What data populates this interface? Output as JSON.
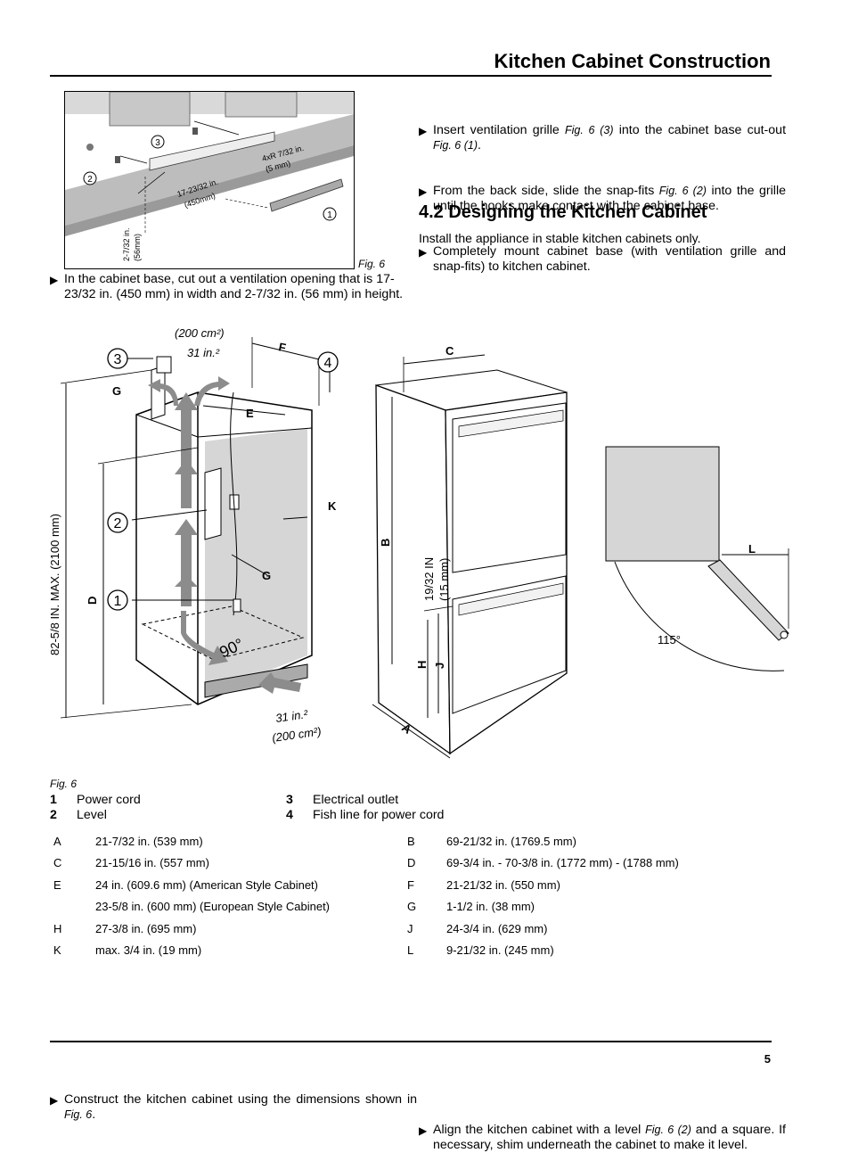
{
  "header": {
    "title": "Kitchen Cabinet Construction"
  },
  "figure_top": {
    "caption": "Fig. 6",
    "labels": {
      "n1": "1",
      "n2": "2",
      "n3": "3",
      "holes": "4xR   7/32 in.",
      "holes_mm": "(5 mm)",
      "width": "17-23/32 in.",
      "width_mm": "(450mm)",
      "height": "2-7/32 in.",
      "height_mm": "(56mm)"
    }
  },
  "left_intro": {
    "bullet": "In the cabinet base, cut out a ventilation opening that is 17-23/32 in. (450 mm) in width and 2-7/32 in. (56 mm) in height."
  },
  "right_intro": {
    "bullets": [
      {
        "pre": "Insert ventilation grille ",
        "ref": "Fig. 6 (3)",
        "post": " into the cabinet base cut-out ",
        "ref2": "Fig. 6 (1)",
        "post2": "."
      },
      {
        "pre": "From the back side, slide the snap-fits ",
        "ref": "Fig. 6 (2)",
        "post": " into the grille until the hooks make contact with the cabinet base."
      },
      {
        "pre": "Completely mount cabinet base (with ventilation grille and snap-fits) to kitchen cabinet."
      }
    ],
    "heading": "4.2 Designing the Kitchen Cabinet",
    "paragraph": "Install the appliance in stable kitchen cabinets only."
  },
  "figure_main": {
    "caption": "Fig. 6",
    "labels": {
      "area_top_cm": "(200 cm²)",
      "area_top_in": "31 in.²",
      "area_bot_in": "31 in.²",
      "area_bot_cm": "(200 cm²)",
      "height_max": "82-5/8 IN. MAX. (2100 mm)",
      "gap_in": "19/32 IN",
      "gap_mm": "(15 mm)",
      "angle": "90°",
      "door_angle": "115°",
      "A": "A",
      "B": "B",
      "C": "C",
      "D": "D",
      "E": "E",
      "F": "F",
      "G": "G",
      "H": "H",
      "J": "J",
      "K": "K",
      "L": "L",
      "c1": "1",
      "c2": "2",
      "c3": "3",
      "c4": "4"
    }
  },
  "legend": [
    {
      "num": "1",
      "text": "Power cord"
    },
    {
      "num": "2",
      "text": "Level"
    },
    {
      "num": "3",
      "text": "Electrical outlet"
    },
    {
      "num": "4",
      "text": "Fish line for power cord"
    }
  ],
  "dimensions": [
    {
      "k1": "A",
      "v1": "21-7/32 in. (539 mm)",
      "k2": "B",
      "v2": "69-21/32 in. (1769.5 mm)"
    },
    {
      "k1": "C",
      "v1": "21-15/16 in. (557 mm)",
      "k2": "D",
      "v2": "69-3/4 in. - 70-3/8 in. (1772 mm) - (1788 mm)"
    },
    {
      "k1": "E",
      "v1": "24 in. (609.6 mm) (American Style Cabinet)",
      "k2": "F",
      "v2": "21-21/32 in. (550 mm)"
    },
    {
      "k1": "",
      "v1": "23-5/8 in. (600 mm) (European Style Cabinet)",
      "k2": "G",
      "v2": "1-1/2 in. (38 mm)"
    },
    {
      "k1": "H",
      "v1": "27-3/8 in. (695 mm)",
      "k2": "J",
      "v2": "24-3/4 in. (629 mm)"
    },
    {
      "k1": "K",
      "v1": "max. 3/4 in. (19 mm)",
      "k2": "L",
      "v2": "9-21/32 in. (245 mm)"
    }
  ],
  "bottom": {
    "left": {
      "pre": "Construct the kitchen cabinet using the dimensions shown in ",
      "ref": "Fig. 6",
      "post": "."
    },
    "right": {
      "pre": "Align the kitchen cabinet with a level ",
      "ref": "Fig. 6 (2)",
      "post": " and a square. If necessary, shim underneath the cabinet to make it level."
    }
  },
  "footer": {
    "page": "5"
  }
}
